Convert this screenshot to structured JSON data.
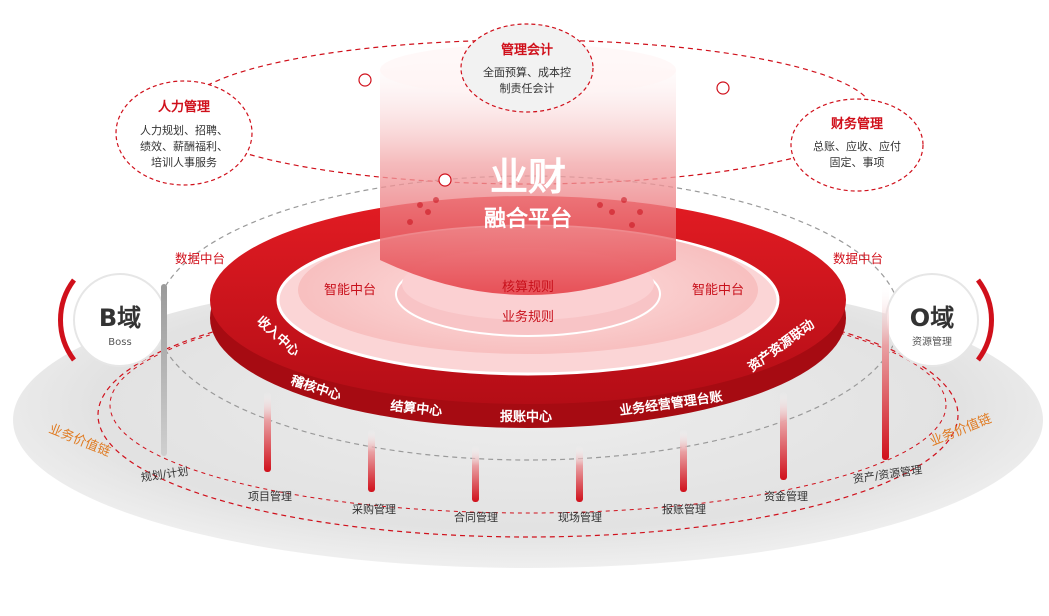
{
  "core": {
    "title": "业财",
    "subtitle": "融合平台"
  },
  "bubbles": {
    "management_accounting": {
      "title": "管理会计",
      "lines": [
        "全面预算、成本控",
        "制责任会计"
      ]
    },
    "hr": {
      "title": "人力管理",
      "lines": [
        "人力规划、招聘、",
        "绩效、薪酬福利、",
        "培训人事服务"
      ]
    },
    "finance": {
      "title": "财务管理",
      "lines": [
        "总账、应收、应付",
        "固定、事项"
      ]
    }
  },
  "inner_rings": {
    "rule1": "核算规则",
    "rule2": "业务规则",
    "smart_left": "智能中台",
    "smart_right": "智能中台"
  },
  "red_ring": {
    "income_center": "收入中心",
    "audit_center": "稽核中心",
    "settlement_center": "结算中心",
    "reimburse_center": "报账中心",
    "ledger": "业务经营管理台账",
    "asset_link": "资产资源联动"
  },
  "data_center_left": "数据中台",
  "data_center_right": "数据中台",
  "domains": {
    "b": {
      "title": "B域",
      "subtitle": "Boss"
    },
    "o": {
      "title": "O域",
      "subtitle": "资源管理"
    }
  },
  "value_chain_left": "业务价值链",
  "value_chain_right": "业务价值链",
  "pillars": [
    {
      "label": "规划/计划"
    },
    {
      "label": "项目管理"
    },
    {
      "label": "采购管理"
    },
    {
      "label": "合同管理"
    },
    {
      "label": "现场管理"
    },
    {
      "label": "报账管理"
    },
    {
      "label": "资金管理"
    },
    {
      "label": "资产/资源管理"
    }
  ],
  "colors": {
    "accent_red": "#d0101b",
    "chain_orange": "#e07a20",
    "grey_disc": "#e6e6e6"
  }
}
